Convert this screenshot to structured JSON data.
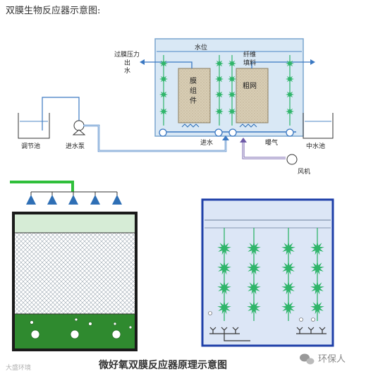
{
  "title": "双膜生物反应器示意图:",
  "caption": "微好氧双膜反应器原理示意图",
  "labels": {
    "pressure_line1": "过膜压力",
    "pressure_line2": "出",
    "pressure_line3": "水",
    "water_level": "水位",
    "fiber_line1": "纤维",
    "fiber_line2": "填料",
    "membrane_1": "膜",
    "membrane_2": "组",
    "membrane_3": "件",
    "coarse_mesh": "粗网",
    "regulating_tank": "调节池",
    "feed_pump": "进水泵",
    "inlet_water": "进水",
    "aeration": "曝气",
    "reclaimed_tank": "中水池",
    "blower": "风机"
  },
  "watermark_left": "大盛环境",
  "watermark_right": "环保人",
  "colors": {
    "pipe": "#3a78c2",
    "tank_fill": "#d9e8f5",
    "fiber": "#2fb56a",
    "membrane": "#d8cdb5",
    "dark_border": "#1a1a1a",
    "green_pipe": "#2fbf3a",
    "blue_border": "#1e3fa8",
    "diffuser": "#2f6fb5"
  }
}
